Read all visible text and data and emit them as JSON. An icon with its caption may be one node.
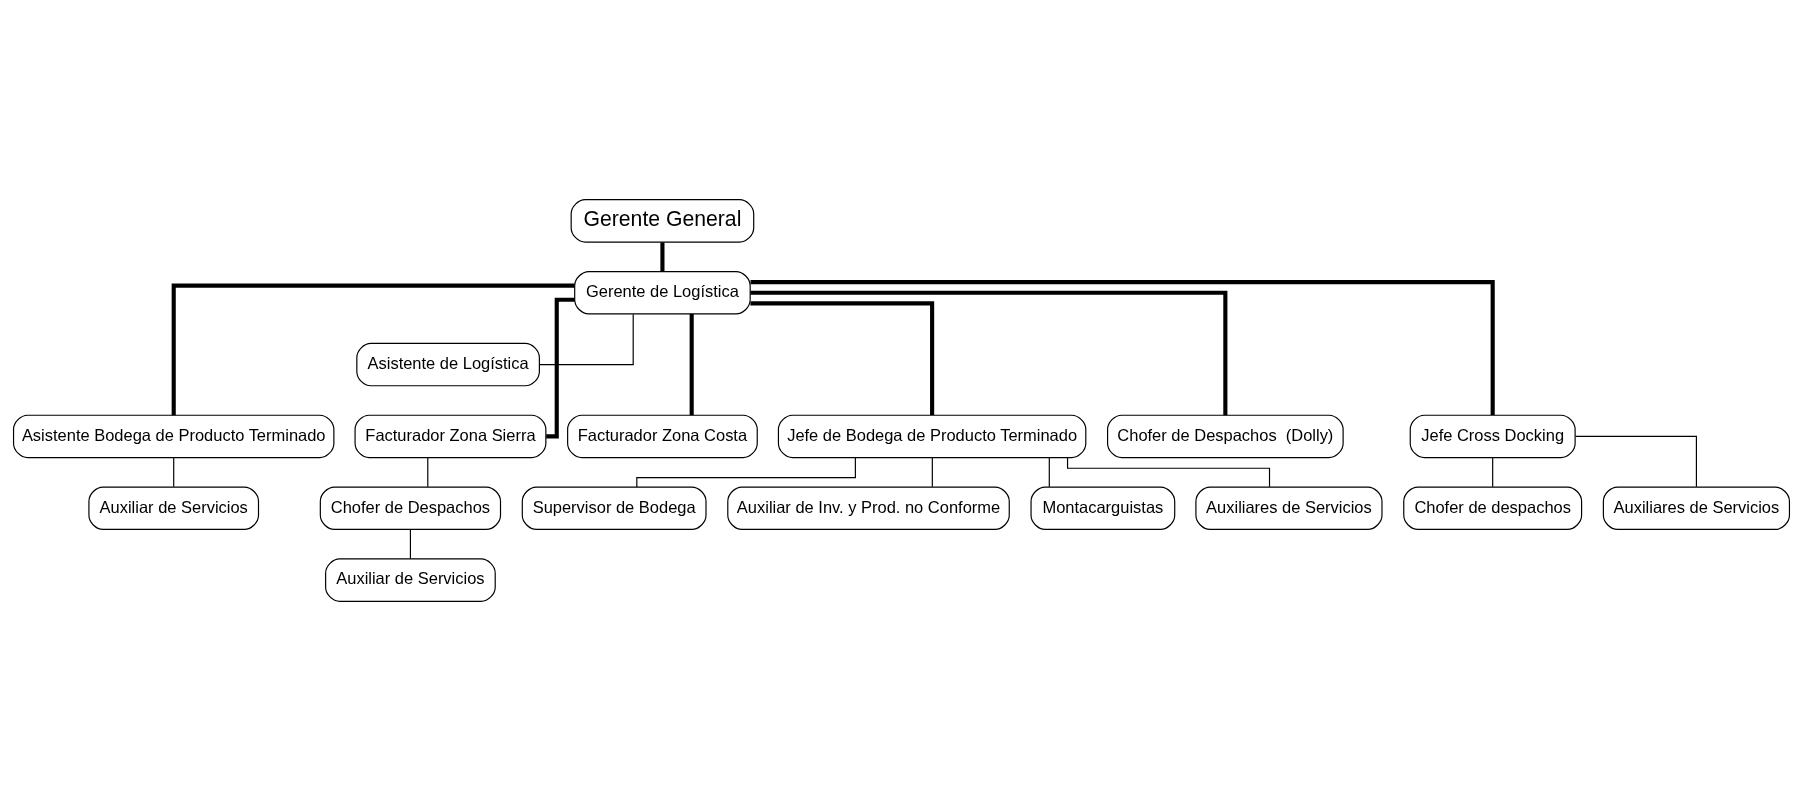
{
  "diagram": {
    "nodes": [
      {
        "text": [
          "Gerente General"
        ]
      },
      {
        "text": [
          "Gerente de Logística"
        ]
      },
      {
        "text": [
          "Asistente de Logística"
        ]
      },
      {
        "text": [
          "Asistente Bodega de Producto Terminado"
        ]
      },
      {
        "text": [
          "Auxiliar de Servicios"
        ]
      },
      {
        "text": [
          "Facturador Zona Sierra"
        ]
      },
      {
        "text": [
          "Chofer de Despachos"
        ]
      },
      {
        "text": [
          "Auxiliar de Servicios"
        ]
      },
      {
        "text": [
          "Facturador Zona Costa"
        ]
      },
      {
        "text": [
          "Jefe de Bodega de Producto Terminado"
        ]
      },
      {
        "text": [
          "Supervisor de Bodega"
        ]
      },
      {
        "text": [
          "Auxiliar de Inv. y Prod. no Conforme"
        ]
      },
      {
        "text": [
          "Montacarguistas"
        ]
      },
      {
        "text": [
          "Auxiliares de Servicios"
        ]
      },
      {
        "text": [
          "Chofer de Despachos  (Dolly)"
        ]
      },
      {
        "text": [
          "Jefe Cross Docking"
        ]
      },
      {
        "text": [
          "Chofer de despachos"
        ]
      },
      {
        "text": [
          "Auxiliares de Servicios"
        ]
      }
    ],
    "edges": [
      {
        "from": 0,
        "to": 1,
        "arrow": "none",
        "style": "thick"
      },
      {
        "from": 1,
        "to": 2,
        "arrow": "none"
      },
      {
        "from": 1,
        "to": 3,
        "arrow": "none",
        "style": "thick"
      },
      {
        "from": 1,
        "to": 5,
        "arrow": "none",
        "style": "thick"
      },
      {
        "from": 1,
        "to": 8,
        "arrow": "none",
        "style": "thick"
      },
      {
        "from": 1,
        "to": 9,
        "arrow": "none",
        "style": "thick"
      },
      {
        "from": 1,
        "to": 14,
        "arrow": "none",
        "style": "thick"
      },
      {
        "from": 1,
        "to": 15,
        "arrow": "none",
        "style": "thick"
      },
      {
        "from": 3,
        "to": 4,
        "arrow": "none"
      },
      {
        "from": 5,
        "to": 6,
        "arrow": "none"
      },
      {
        "from": 6,
        "to": 7,
        "arrow": "none"
      },
      {
        "from": 9,
        "to": 10,
        "arrow": "none"
      },
      {
        "from": 9,
        "to": 11,
        "arrow": "none"
      },
      {
        "from": 9,
        "to": 12,
        "arrow": "none"
      },
      {
        "from": 9,
        "to": 13,
        "arrow": "none"
      },
      {
        "from": 15,
        "to": 16,
        "arrow": "none"
      },
      {
        "from": 15,
        "to": 17,
        "arrow": "none"
      }
    ]
  }
}
